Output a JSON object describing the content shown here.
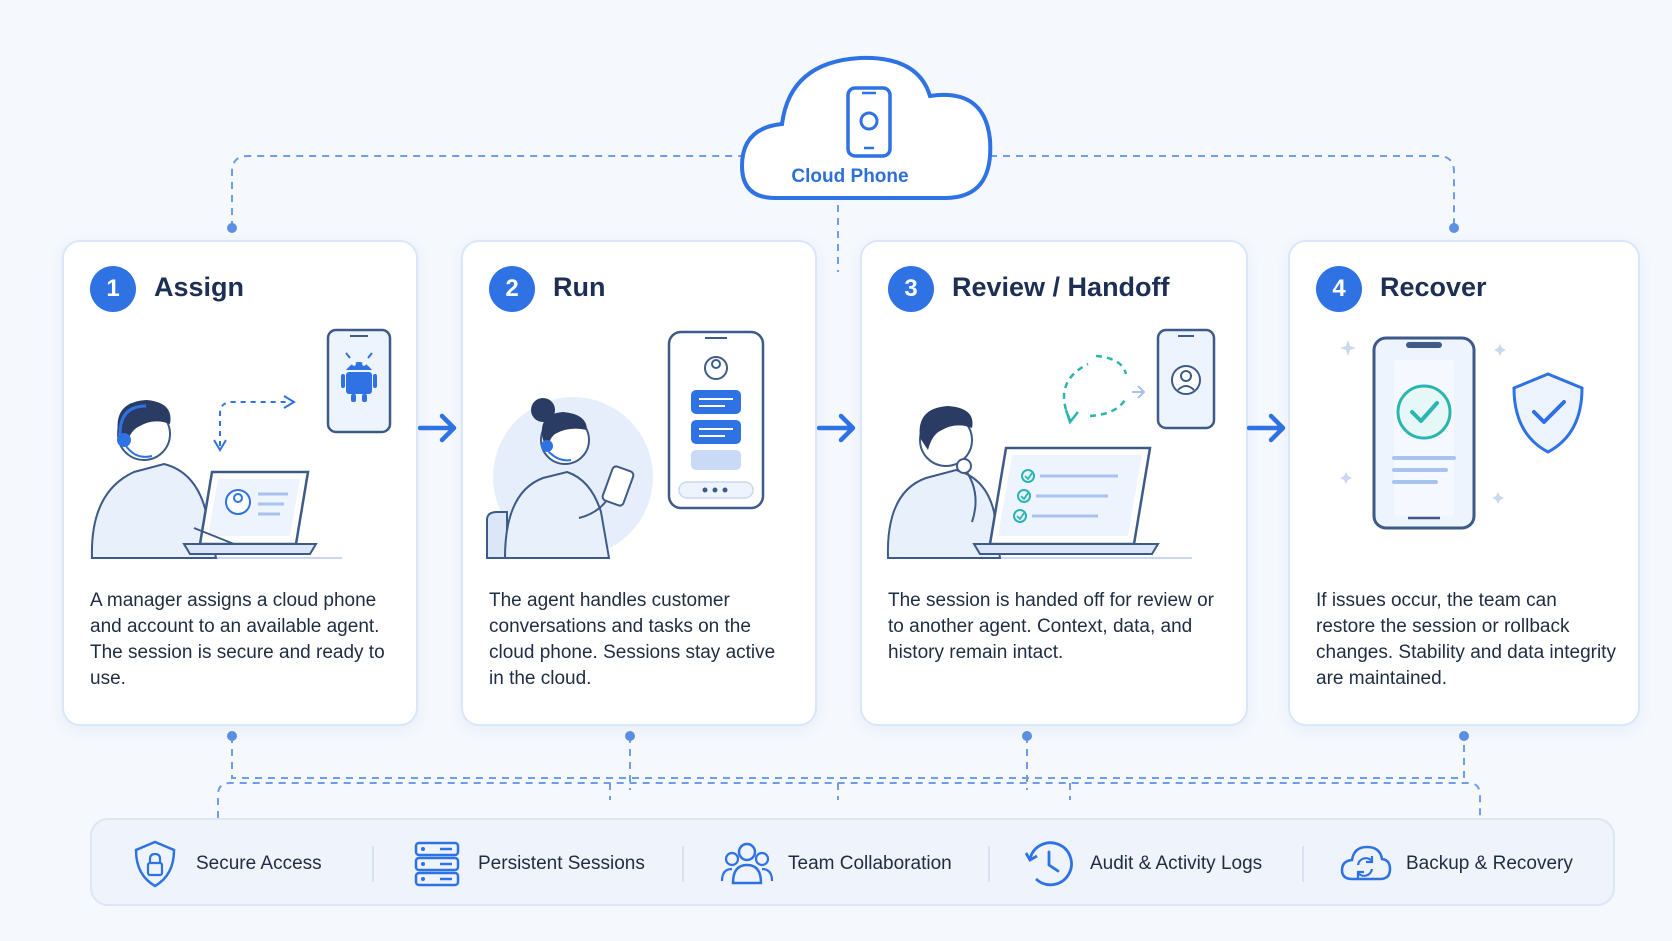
{
  "cloud": {
    "label": "Cloud Phone",
    "icon": "smartphone-icon"
  },
  "steps": [
    {
      "number": "1",
      "title": "Assign",
      "description": "A manager assigns a cloud phone and account to an available agent. The session is secure and ready to use."
    },
    {
      "number": "2",
      "title": "Run",
      "description": "The agent handles customer conversations and tasks on the cloud phone. Sessions stay active in the cloud."
    },
    {
      "number": "3",
      "title": "Review / Handoff",
      "description": "The session is handed off for review or to another agent. Context, data, and history remain intact."
    },
    {
      "number": "4",
      "title": "Recover",
      "description": "If issues occur, the team can restore the session or rollback changes. Stability and data integrity are maintained."
    }
  ],
  "features": [
    {
      "label": "Secure Access",
      "icon": "shield-lock-icon"
    },
    {
      "label": "Persistent Sessions",
      "icon": "server-stack-icon"
    },
    {
      "label": "Team Collaboration",
      "icon": "team-users-icon"
    },
    {
      "label": "Audit & Activity Logs",
      "icon": "clock-icon"
    },
    {
      "label": "Backup & Recovery",
      "icon": "cloud-sync-icon"
    }
  ],
  "colors": {
    "accent": "#2f72e4",
    "connector": "#6f9de8",
    "card_border": "#dbe6f6",
    "success": "#2bb5b0"
  }
}
